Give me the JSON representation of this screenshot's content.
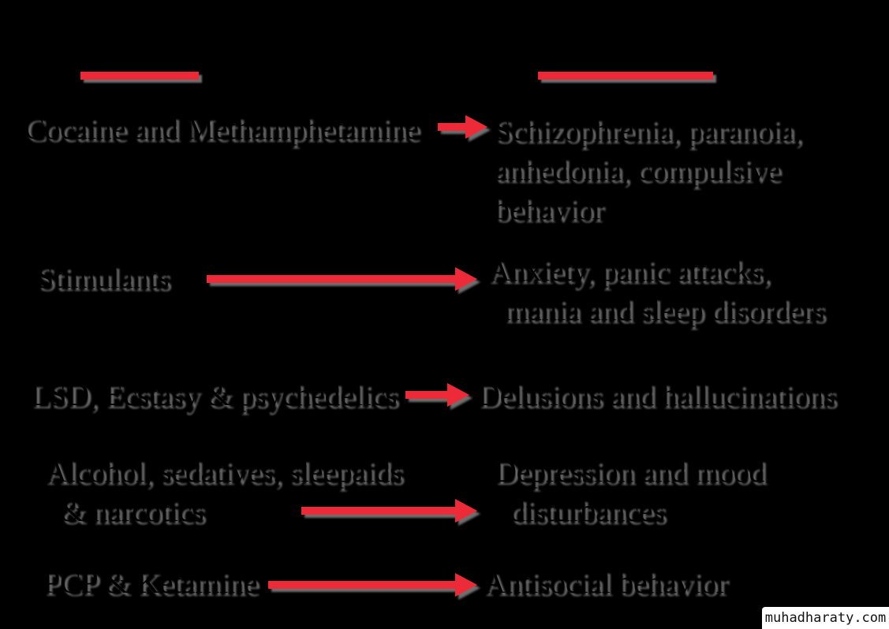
{
  "heading_fragment": "g",
  "colors": {
    "background": "#000000",
    "arrow": "#ed2938",
    "shadow": "#6e6e6e",
    "text": "#000000"
  },
  "rows": [
    {
      "drug": "Cocaine and Methamphetamine",
      "effect_lines": [
        "Schizophrenia, paranoia,",
        "anhedonia, compulsive",
        "behavior"
      ]
    },
    {
      "drug": "Stimulants",
      "effect_lines": [
        "Anxiety, panic attacks,",
        "mania and sleep disorders"
      ]
    },
    {
      "drug": "LSD, Ecstasy & psychedelics",
      "effect_lines": [
        "Delusions and hallucinations"
      ]
    },
    {
      "drug_lines": [
        "Alcohol, sedatives, sleepaids",
        "& narcotics"
      ],
      "effect_lines": [
        "Depression and mood",
        "disturbances"
      ]
    },
    {
      "drug": "PCP & Ketamine",
      "effect_lines": [
        "Antisocial behavior"
      ]
    }
  ],
  "watermark": "muhadharaty.com"
}
